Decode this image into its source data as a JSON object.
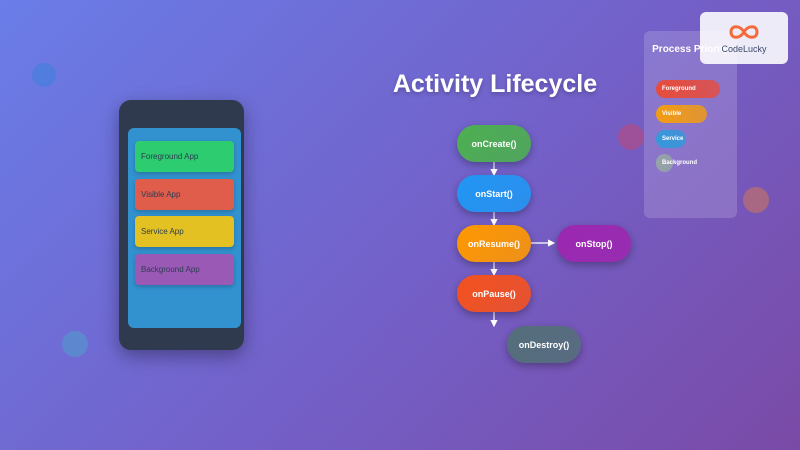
{
  "title": "Activity Lifecycle",
  "phone": {
    "apps": [
      {
        "label": "Foreground App",
        "color": "#2ecc71"
      },
      {
        "label": "Visible App",
        "color": "#e05c4b"
      },
      {
        "label": "Service App",
        "color": "#e4c123"
      },
      {
        "label": "Background App",
        "color": "#9b59b6"
      }
    ]
  },
  "lifecycle": {
    "nodes": [
      {
        "label": "onCreate()",
        "color": "#4caf50"
      },
      {
        "label": "onStart()",
        "color": "#2196f3"
      },
      {
        "label": "onResume()",
        "color": "#ff9800"
      },
      {
        "label": "onStop()",
        "color": "#9c27b0"
      },
      {
        "label": "onPause()",
        "color": "#f4511e"
      },
      {
        "label": "onDestroy()",
        "color": "#546e7a"
      }
    ]
  },
  "priority_panel": {
    "title": "Process Priority",
    "levels": [
      {
        "label": "Foreground",
        "color": "#e74c3c"
      },
      {
        "label": "Visible",
        "color": "#f39c12"
      },
      {
        "label": "Service",
        "color": "#3498db"
      },
      {
        "label": "Background",
        "color": "#95a5a6"
      }
    ]
  },
  "logo": {
    "text": "CodeLucky",
    "icon": "infinity-logo-icon"
  }
}
